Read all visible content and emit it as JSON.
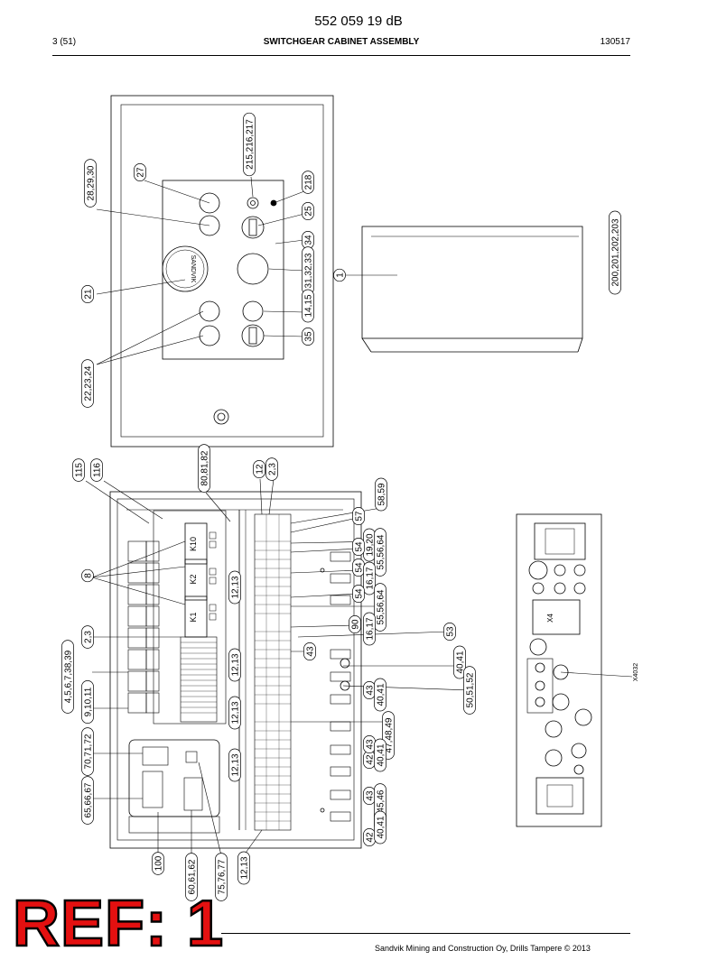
{
  "header": {
    "doc_number": "552 059 19 dB",
    "page": "3 (51)",
    "title": "SWITCHGEAR CABINET ASSEMBLY",
    "date": "130517"
  },
  "footer": {
    "copyright": "Sandvik Mining and Construction Oy, Drills Tampere © 2013",
    "ref_label": "REF: 1"
  },
  "door_panel": {
    "brand": "SANDVIK",
    "callouts": [
      "27",
      "28,29,30",
      "21",
      "22,23,24",
      "215,216,217",
      "218",
      "25",
      "34",
      "31,32,33",
      "14,15",
      "35",
      "1",
      "200,201,202,203"
    ]
  },
  "cabinet_interior": {
    "relay_labels": [
      "K10",
      "K2",
      "K1"
    ],
    "callouts": [
      "115",
      "116",
      "80,81,82",
      "12",
      "2,3",
      "8",
      "58,59",
      "57",
      "19,20",
      "54",
      "55,56,64",
      "54",
      "16,17",
      "54",
      "55,56,64",
      "90",
      "16,17",
      "53",
      "12,13",
      "2,3",
      "43",
      "40,41",
      "12,13",
      "4,5,6,7,38,39",
      "43",
      "50,51,52",
      "9,10,11",
      "40,41",
      "12,13",
      "47,48,49",
      "70,71,72",
      "42",
      "43",
      "40,41",
      "12,13",
      "65,66,67",
      "43",
      "44,45,46",
      "42",
      "40,41",
      "100",
      "12,13",
      "60,61,62",
      "75,76,77"
    ]
  },
  "connector_panel": {
    "labels": [
      "X4",
      "X4032"
    ]
  }
}
